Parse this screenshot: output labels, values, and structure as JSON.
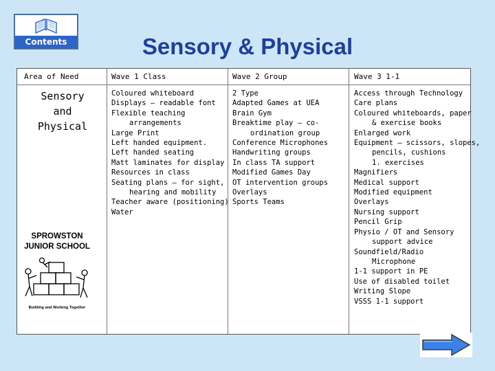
{
  "nav": {
    "contents_label": "Contents"
  },
  "slide": {
    "title": "Sensory & Physical"
  },
  "table": {
    "headers": [
      "Area of Need",
      "Wave 1 Class",
      "Wave 2 Group",
      "Wave 3 1-1"
    ],
    "area_lines": [
      "Sensory",
      "and",
      "Physical"
    ],
    "wave1": [
      "Coloured whiteboard",
      "Displays – readable font",
      "Flexible teaching",
      "arrangements",
      "Large Print",
      "Left handed equipment.",
      "Left handed seating",
      "Matt laminates for display",
      "Resources in class",
      "Seating plans – for sight,",
      "hearing and mobility",
      "Teacher aware (positioning)",
      "Water"
    ],
    "wave2": [
      "2 Type",
      "Adapted Games at UEA",
      "Brain Gym",
      "Breaktime play – co-",
      "ordination group",
      "Conference Microphones",
      "Handwriting groups",
      "In class TA support",
      "Modified Games Day",
      "OT intervention groups",
      "Overlays",
      "Sports Teams"
    ],
    "wave3": [
      "Access through Technology",
      "Care plans",
      "Coloured whiteboards, paper",
      "& exercise books",
      "Enlarged work",
      "Equipment – scissors, slopes,",
      "pencils, cushions",
      "1.  exercises",
      "Magnifiers",
      "Medical support",
      "Modified equipment",
      "Overlays",
      "Nursing support",
      "Pencil Grip",
      "Physio / OT and Sensory",
      "support advice",
      "Soundfield/Radio",
      "Microphone",
      "1-1 support in PE",
      "Use of disabled toilet",
      "Writing Slope",
      "VSSS 1-1 support"
    ]
  },
  "logo": {
    "school_line1": "SPROWSTON",
    "school_line2": "JUNIOR SCHOOL",
    "motto": "Building and Working Together"
  },
  "icons": {
    "contents": "book-icon",
    "next": "right-arrow-icon"
  },
  "colors": {
    "background": "#cde6f7",
    "title": "#1f3f9c",
    "arrow": "#3b82e8"
  }
}
